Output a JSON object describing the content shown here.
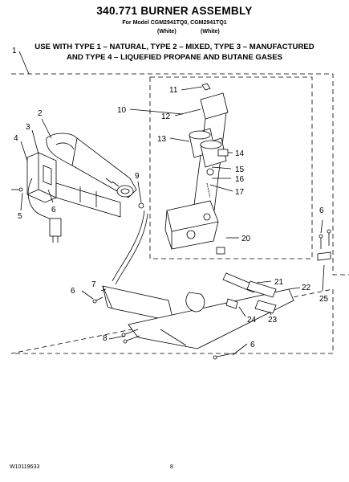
{
  "header": {
    "title": "340.771 BURNER ASSEMBLY",
    "models": "For Model CGM2941TQ0, CGM2941TQ1",
    "color1": "(White)",
    "color2": "(White)"
  },
  "note": {
    "line1": "USE WITH TYPE 1 – NATURAL, TYPE 2 – MIXED, TYPE 3 – MANUFACTURED",
    "line2": "AND TYPE 4 – LIQUEFIED PROPANE AND BUTANE GASES"
  },
  "callouts": {
    "c1": "1",
    "c2": "2",
    "c3": "3",
    "c4": "4",
    "c5": "5",
    "c6a": "6",
    "c6b": "6",
    "c6c": "6",
    "c6d": "6",
    "c7": "7",
    "c8": "8",
    "c9": "9",
    "c10": "10",
    "c11": "11",
    "c12": "12",
    "c13": "13",
    "c14": "14",
    "c15": "15",
    "c16": "16",
    "c17": "17",
    "c20": "20",
    "c21": "21",
    "c22": "22",
    "c23": "23",
    "c24": "24",
    "c25": "25"
  },
  "footer": {
    "doc_number": "W10119633",
    "page_number": "8"
  }
}
